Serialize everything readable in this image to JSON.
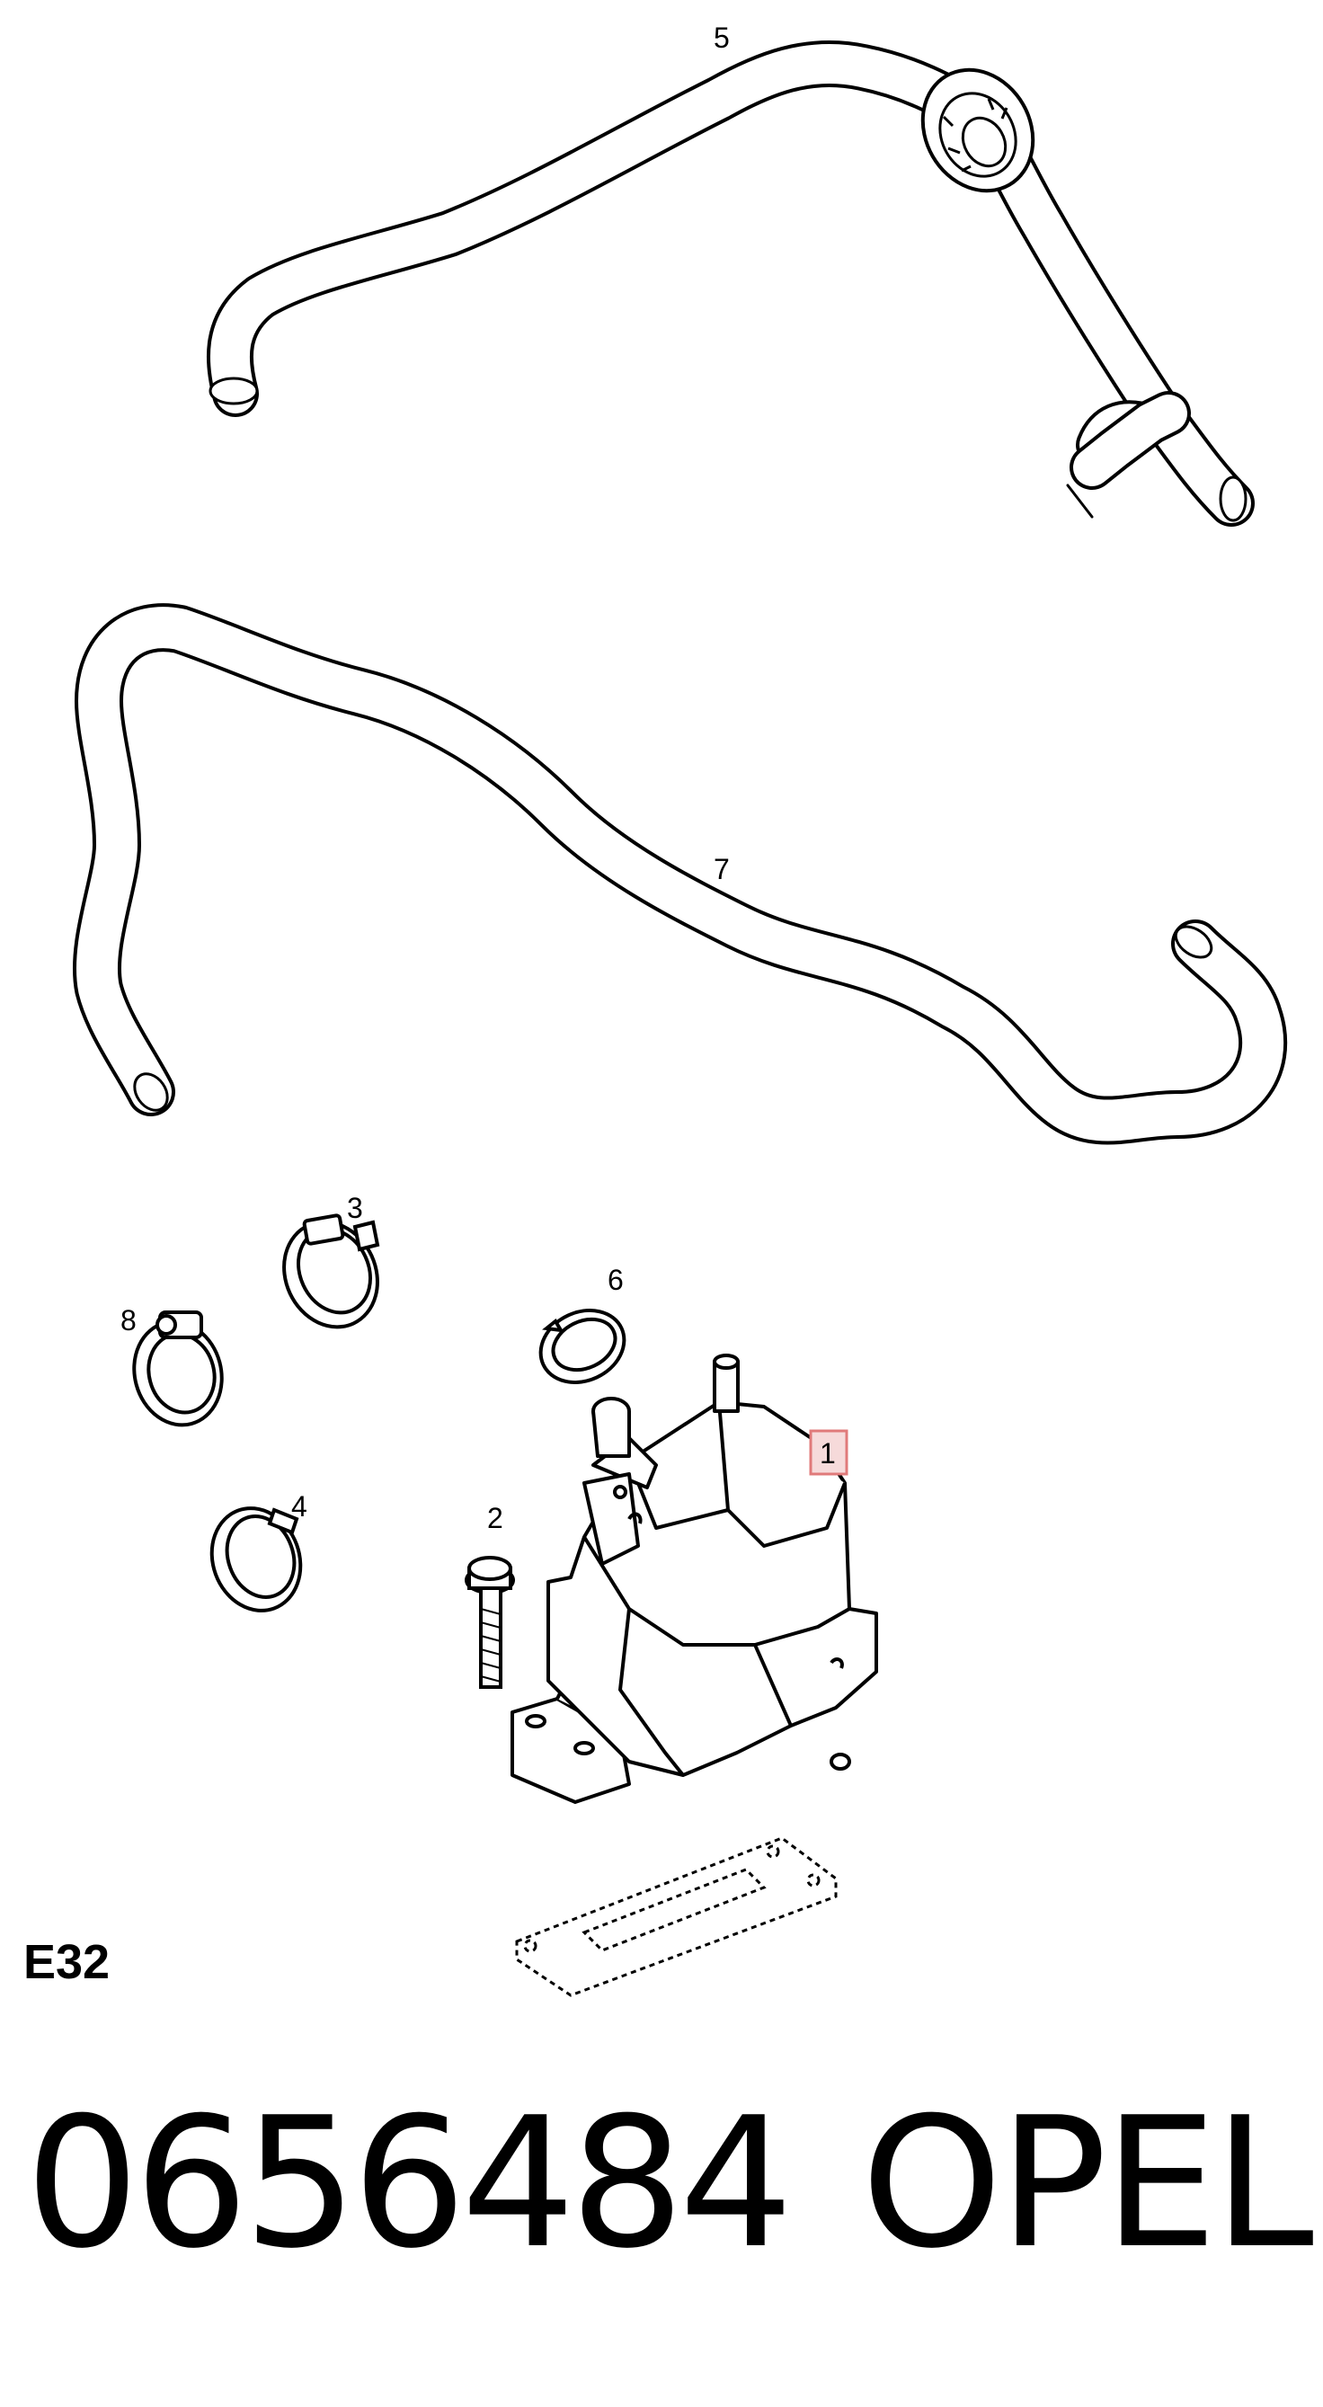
{
  "diagram": {
    "callouts": {
      "c1": "1",
      "c2": "2",
      "c3": "3",
      "c4": "4",
      "c5": "5",
      "c6": "6",
      "c7": "7",
      "c8": "8"
    },
    "highlighted_callout": "1",
    "highlight_color": "#f6dada",
    "line_color": "#000000"
  },
  "footer": {
    "section_code": "E32",
    "part_number": "0656484",
    "brand": "OPEL"
  }
}
